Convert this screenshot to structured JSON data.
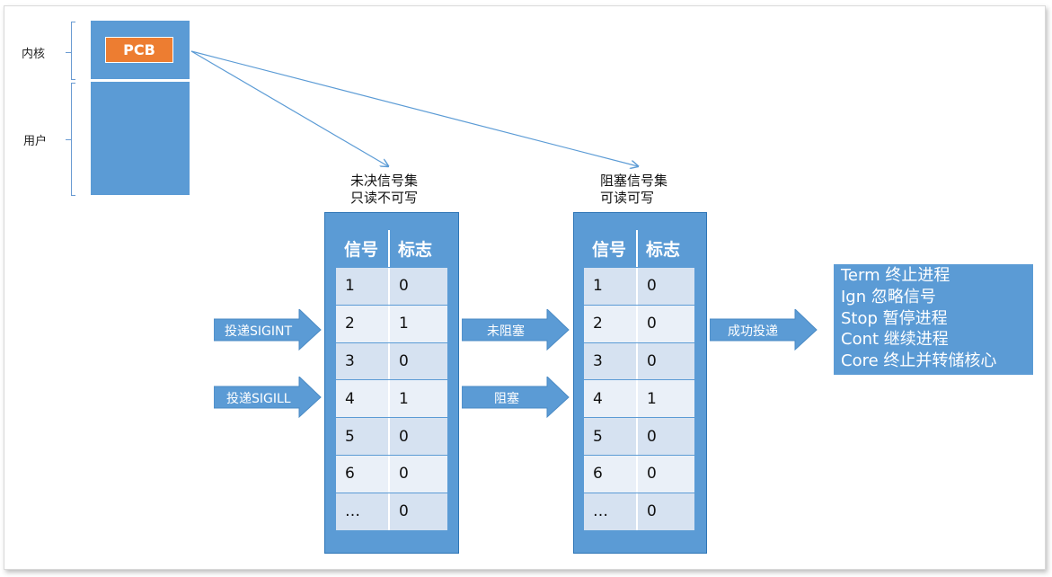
{
  "memory": {
    "kernel_label": "内核",
    "user_label": "用户",
    "pcb_label": "PCB"
  },
  "pending_set": {
    "caption_line1": "未决信号集",
    "caption_line2": "只读不可写",
    "headers": [
      "信号",
      "标志"
    ],
    "rows": [
      [
        "1",
        "0"
      ],
      [
        "2",
        "1"
      ],
      [
        "3",
        "0"
      ],
      [
        "4",
        "1"
      ],
      [
        "5",
        "0"
      ],
      [
        "6",
        "0"
      ],
      [
        "…",
        "0"
      ]
    ]
  },
  "blocked_set": {
    "caption_line1": "阻塞信号集",
    "caption_line2": "可读可写",
    "headers": [
      "信号",
      "标志"
    ],
    "rows": [
      [
        "1",
        "0"
      ],
      [
        "2",
        "0"
      ],
      [
        "3",
        "0"
      ],
      [
        "4",
        "1"
      ],
      [
        "5",
        "0"
      ],
      [
        "6",
        "0"
      ],
      [
        "…",
        "0"
      ]
    ]
  },
  "arrows": {
    "deliver_sigint": "投递SIGINT",
    "deliver_sigill": "投递SIGILL",
    "not_blocked": "未阻塞",
    "blocked": "阻塞",
    "delivered": "成功投递"
  },
  "actions": [
    "Term 终止进程",
    "Ign 忽略信号",
    "Stop 暂停进程",
    "Cont 继续进程",
    "Core 终止并转储核心"
  ],
  "colors": {
    "primary_blue": "#5b9bd5",
    "row_light": "#d6e2f1",
    "row_lighter": "#eaf0f8",
    "pcb_orange": "#ed7d31",
    "pointer_line": "#5b9bd5"
  }
}
